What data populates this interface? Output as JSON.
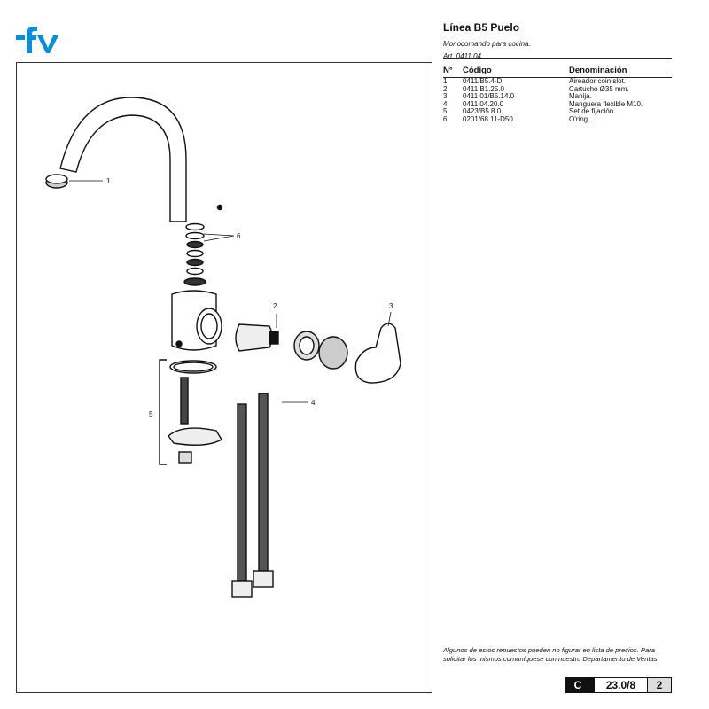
{
  "brand": {
    "logo_text": "fv",
    "accent": "#0a8fd8"
  },
  "header": {
    "title": "Línea B5 Puelo",
    "subtitle": "Monocomando para cocina.",
    "article": "Art. 0411.04"
  },
  "table": {
    "headers": {
      "num": "N°",
      "code": "Código",
      "name": "Denominación"
    },
    "rows": [
      {
        "num": "1",
        "code": "0411/B5.4-D",
        "name": "Aireador coin slot."
      },
      {
        "num": "2",
        "code": "0411.B1.25.0",
        "name": "Cartucho Ø35 mm."
      },
      {
        "num": "3",
        "code": "0411.01/B5.14.0",
        "name": "Manija."
      },
      {
        "num": "4",
        "code": "0411.04.20.0",
        "name": "Manguera flexible M10."
      },
      {
        "num": "5",
        "code": "0423/B5.8.0",
        "name": "Set de fijación."
      },
      {
        "num": "6",
        "code": "0201/68.11-D50",
        "name": "O'ring."
      }
    ]
  },
  "drawing": {
    "callouts": {
      "c1": "1",
      "c2": "2",
      "c3": "3",
      "c4": "4",
      "c5": "5",
      "c6": "6"
    }
  },
  "note": "Algunos de estos repuestos pueden no figurar en lista de precios. Para solicitar los mismos comuníquese con nuestro Departamento de Ventas.",
  "footer": {
    "section": "C",
    "code": "23.0/8",
    "page": "2"
  }
}
